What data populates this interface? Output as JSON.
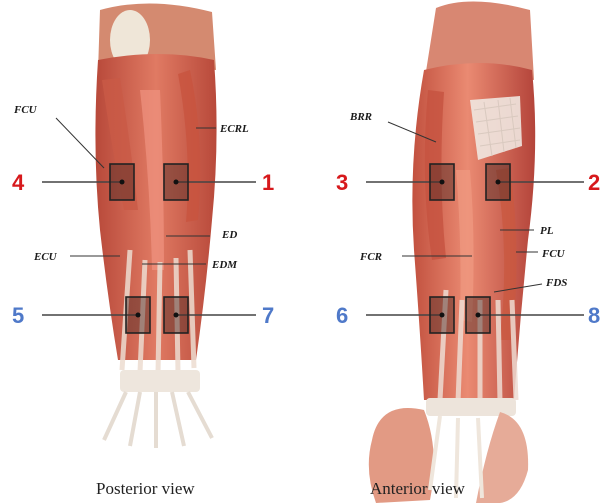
{
  "colors": {
    "red_numbers": "#d7191c",
    "blue_numbers": "#4f79c9",
    "muscle": "#d96a55",
    "tendon": "#e9e1d8"
  },
  "posterior": {
    "caption": "Posterior view",
    "muscle_labels": {
      "fcu": "FCU",
      "ecrl": "ECRL",
      "ed": "ED",
      "ecu": "ECU",
      "edm": "EDM"
    },
    "electrodes": {
      "e4": "4",
      "e1": "1",
      "e5": "5",
      "e7": "7"
    }
  },
  "anterior": {
    "caption": "Anterior view",
    "muscle_labels": {
      "brr": "BRR",
      "pl": "PL",
      "fcr": "FCR",
      "fcu": "FCU",
      "fds": "FDS"
    },
    "electrodes": {
      "e3": "3",
      "e2": "2",
      "e6": "6",
      "e8": "8"
    }
  }
}
